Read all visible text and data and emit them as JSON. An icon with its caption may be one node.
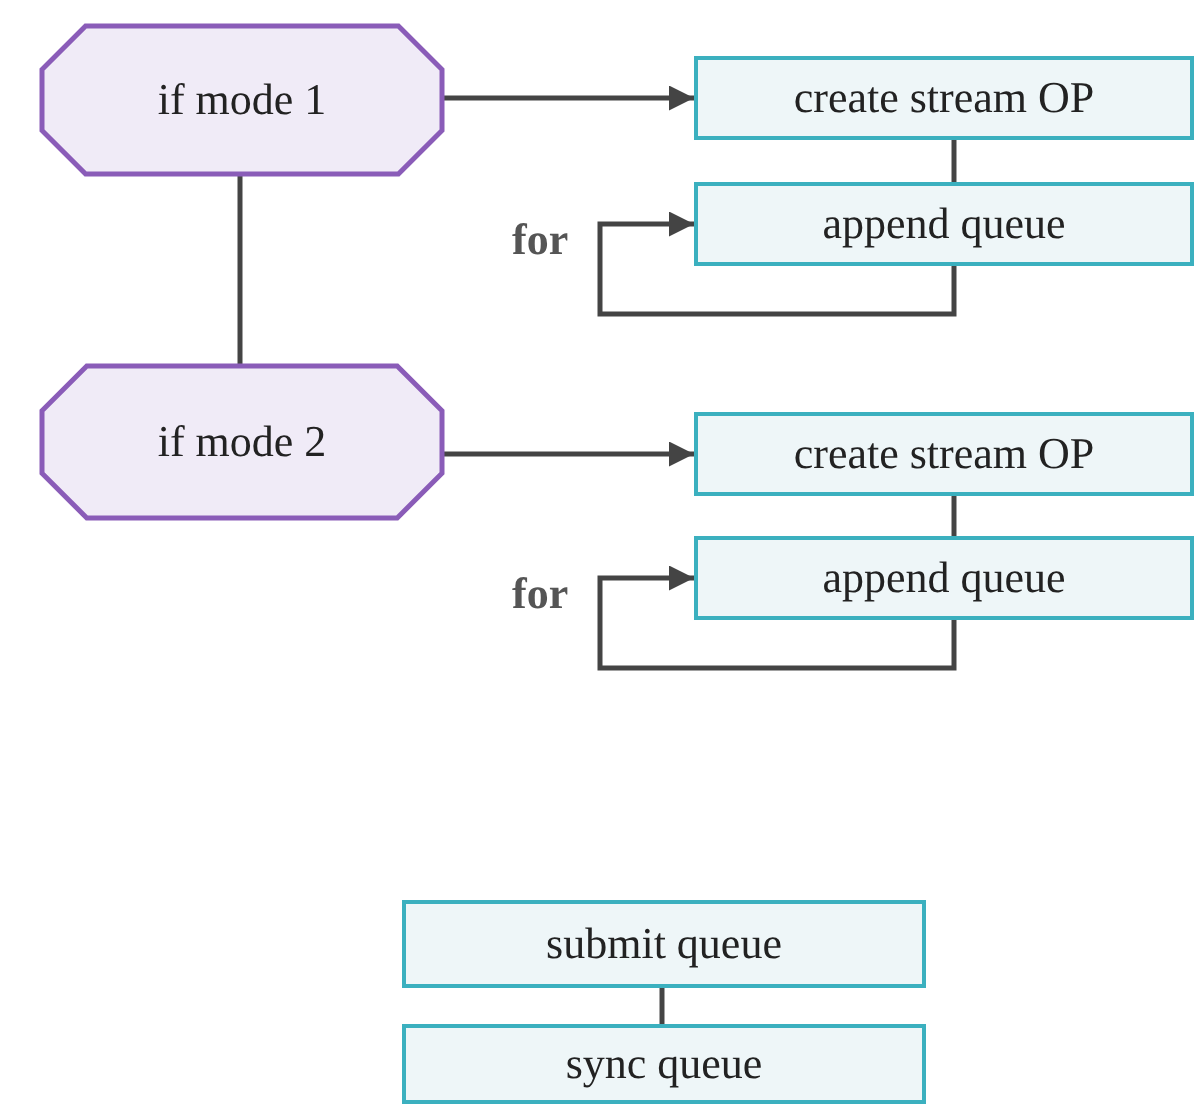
{
  "diagram": {
    "nodes": [
      {
        "text": [
          "if mode 1"
        ]
      },
      {
        "text": [
          "create stream OP"
        ]
      },
      {
        "text": [
          "append queue"
        ]
      },
      {
        "text": [
          "if mode 2"
        ]
      },
      {
        "text": [
          "create stream OP"
        ]
      },
      {
        "text": [
          "append queue"
        ]
      },
      {
        "text": [
          "submit queue"
        ]
      },
      {
        "text": [
          "sync queue"
        ]
      }
    ],
    "edges": [
      {
        "from": 0,
        "to": 1,
        "arrow": "to"
      },
      {
        "from": 1,
        "to": 2,
        "arrow": "none"
      },
      {
        "from": 2,
        "to": 2,
        "arrow": "to",
        "label": "for"
      },
      {
        "from": 0,
        "to": 3,
        "arrow": "none"
      },
      {
        "from": 3,
        "to": 4,
        "arrow": "to"
      },
      {
        "from": 4,
        "to": 5,
        "arrow": "none"
      },
      {
        "from": 5,
        "to": 5,
        "arrow": "to",
        "label": "for"
      },
      {
        "from": 6,
        "to": 7,
        "arrow": "none"
      }
    ]
  }
}
